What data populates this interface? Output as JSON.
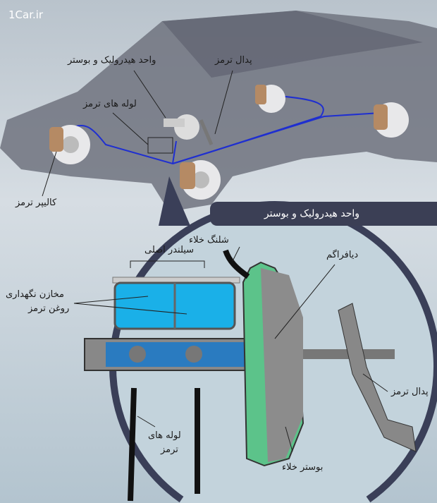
{
  "watermark": "1Car.ir",
  "car_labels": {
    "hydraulic_booster": "واحد هیدرولیک و بوستر",
    "brake_pedal": "پدال ترمز",
    "brake_lines": "لوله های ترمز",
    "brake_caliper": "کالیپر ترمز"
  },
  "banner": "واحد هیدرولیک و بوستر",
  "detail_labels": {
    "vacuum_hose": "شلنگ خلاء",
    "master_cylinder": "سیلندر اصلی",
    "diaphragm": "دیافراگم",
    "reservoir_line1": "مخازن نگهداری",
    "reservoir_line2": "روغن ترمز",
    "brake_lines_line1": "لوله های",
    "brake_lines_line2": "ترمز",
    "brake_pedal": "پدال ترمز",
    "vacuum_booster": "بوستر خلاء"
  },
  "colors": {
    "car": "#6d7080",
    "lines": "#1f2fd0",
    "fluid": "#1ab0e8",
    "diaphragm": "#5cc38a",
    "circle": "#3a3f58"
  }
}
